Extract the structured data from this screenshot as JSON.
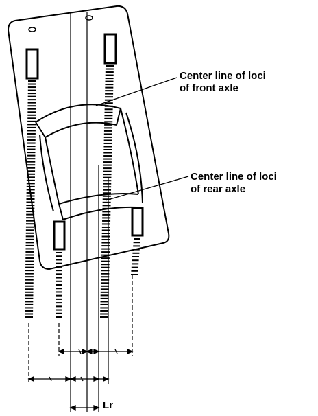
{
  "labels": {
    "front_line1": "Center line of loci",
    "front_line2": "of front axle",
    "rear_line1": "Center line of loci",
    "rear_line2": "of rear axle",
    "lt": "Lr"
  },
  "colors": {
    "ink": "#000000",
    "paper": "#ffffff"
  }
}
